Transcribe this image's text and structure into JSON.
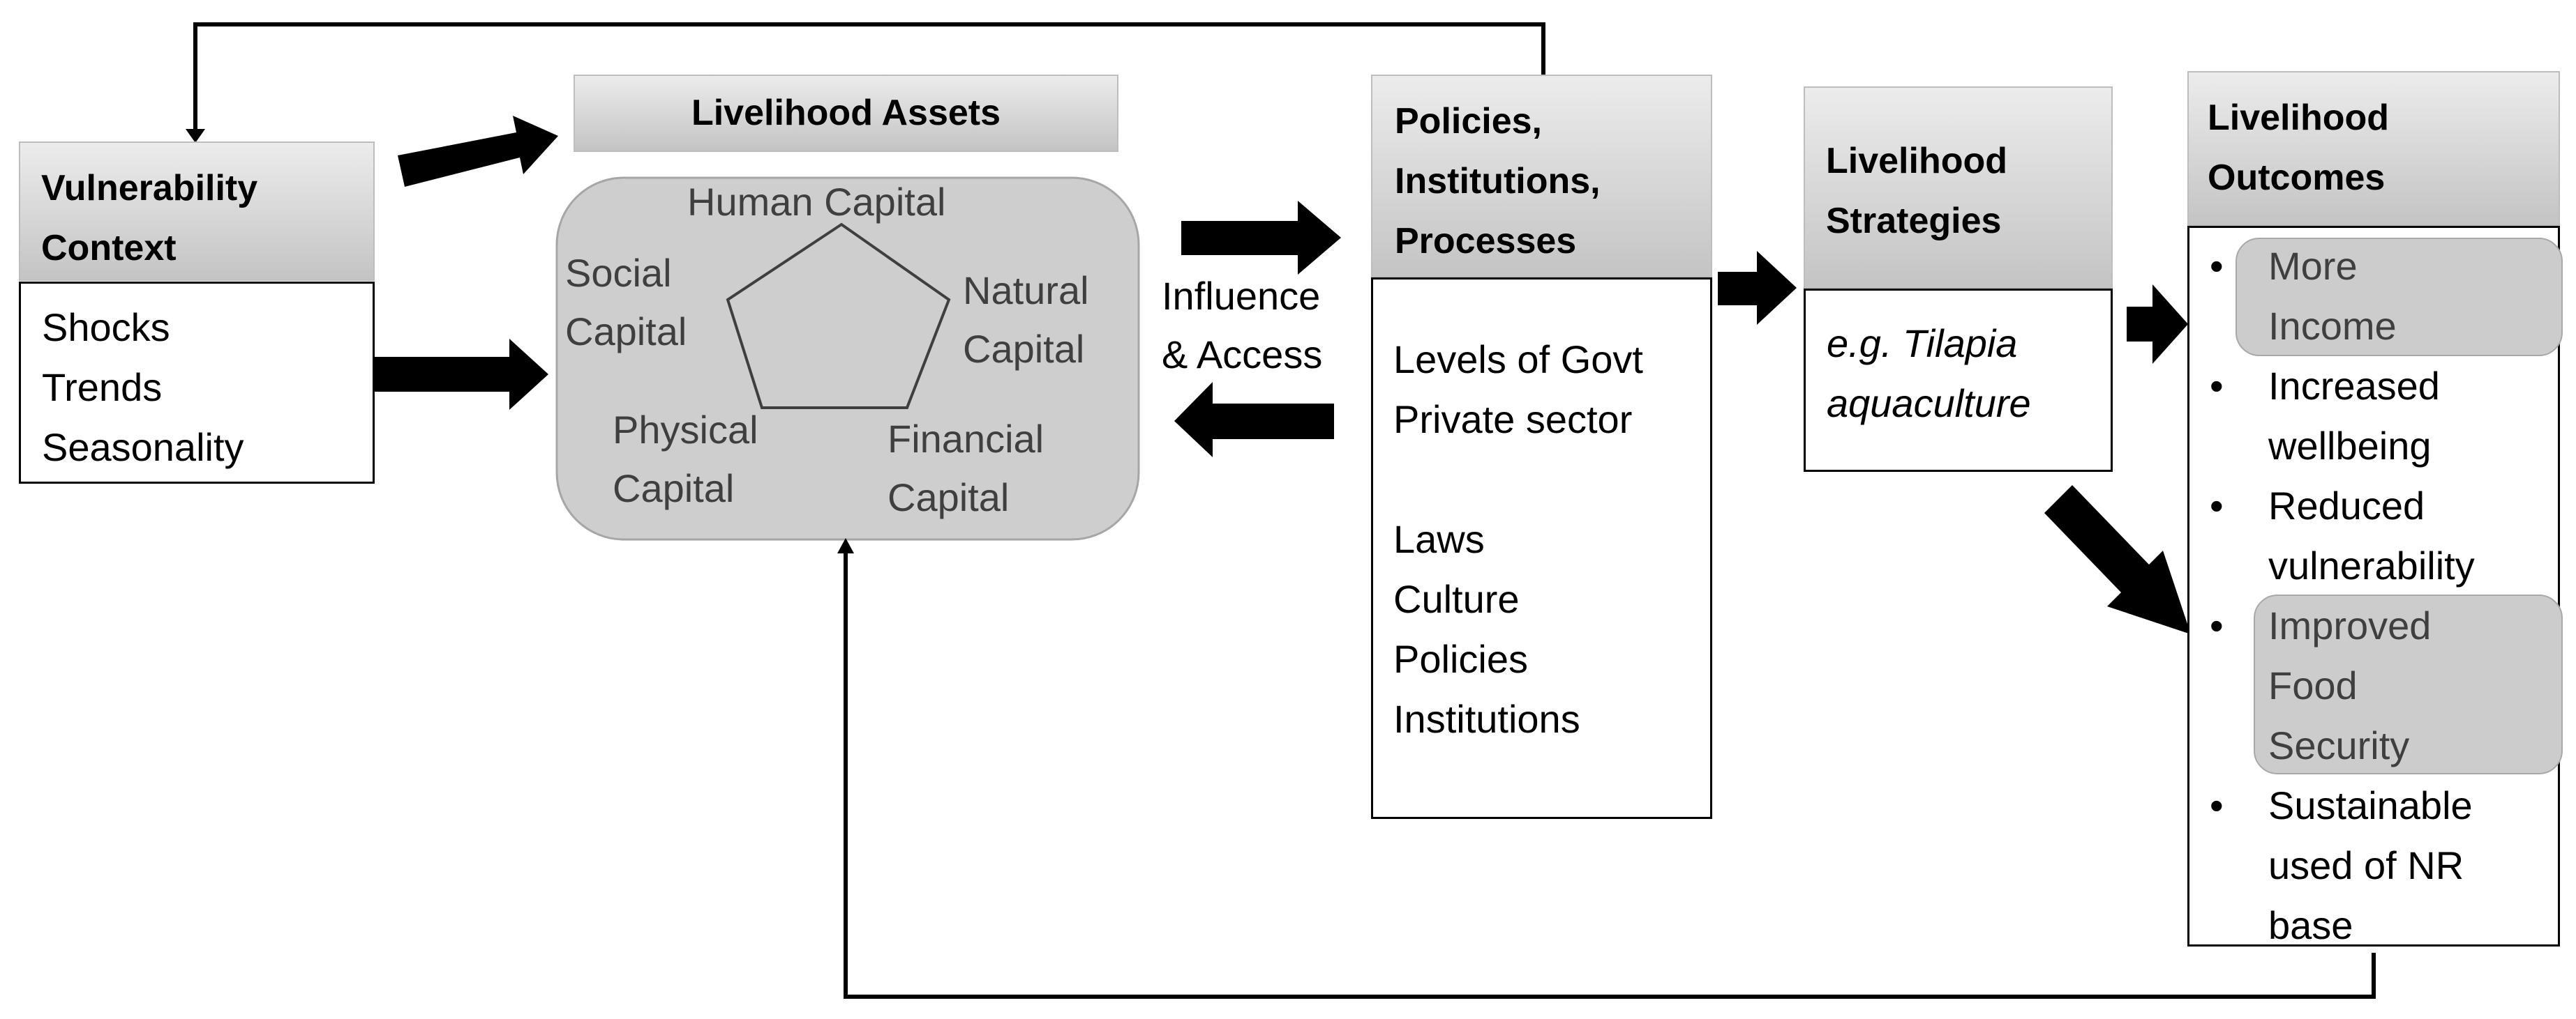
{
  "vulnerability": {
    "header": [
      "Vulnerability",
      "Context"
    ],
    "items": [
      "Shocks",
      "Trends",
      "Seasonality"
    ]
  },
  "assets": {
    "header": "Livelihood Assets",
    "human": "Human Capital",
    "social": [
      "Social",
      "Capital"
    ],
    "natural": [
      "Natural",
      "Capital"
    ],
    "physical": [
      "Physical",
      "Capital"
    ],
    "financial": [
      "Financial",
      "Capital"
    ]
  },
  "influence": [
    "Influence",
    "& Access"
  ],
  "policies": {
    "header": [
      "Policies,",
      "Institutions,",
      "Processes"
    ],
    "group1": [
      "Levels of Govt",
      "Private sector"
    ],
    "group2": [
      "Laws",
      "Culture",
      "Policies",
      "Institutions"
    ]
  },
  "strategies": {
    "header": [
      "Livelihood",
      "Strategies"
    ],
    "example": [
      "e.g. Tilapia",
      "aquaculture"
    ]
  },
  "outcomes": {
    "header": [
      "Livelihood",
      "Outcomes"
    ],
    "bullet": "•",
    "items": [
      {
        "lines": [
          "More",
          "Income"
        ],
        "highlighted": true
      },
      {
        "lines": [
          "Increased",
          "wellbeing"
        ],
        "highlighted": false
      },
      {
        "lines": [
          "Reduced",
          "vulnerability"
        ],
        "highlighted": false
      },
      {
        "lines": [
          "Improved",
          "Food",
          "Security"
        ],
        "highlighted": true
      },
      {
        "lines": [
          "Sustainable",
          "used of NR",
          "base"
        ],
        "highlighted": false
      }
    ]
  }
}
